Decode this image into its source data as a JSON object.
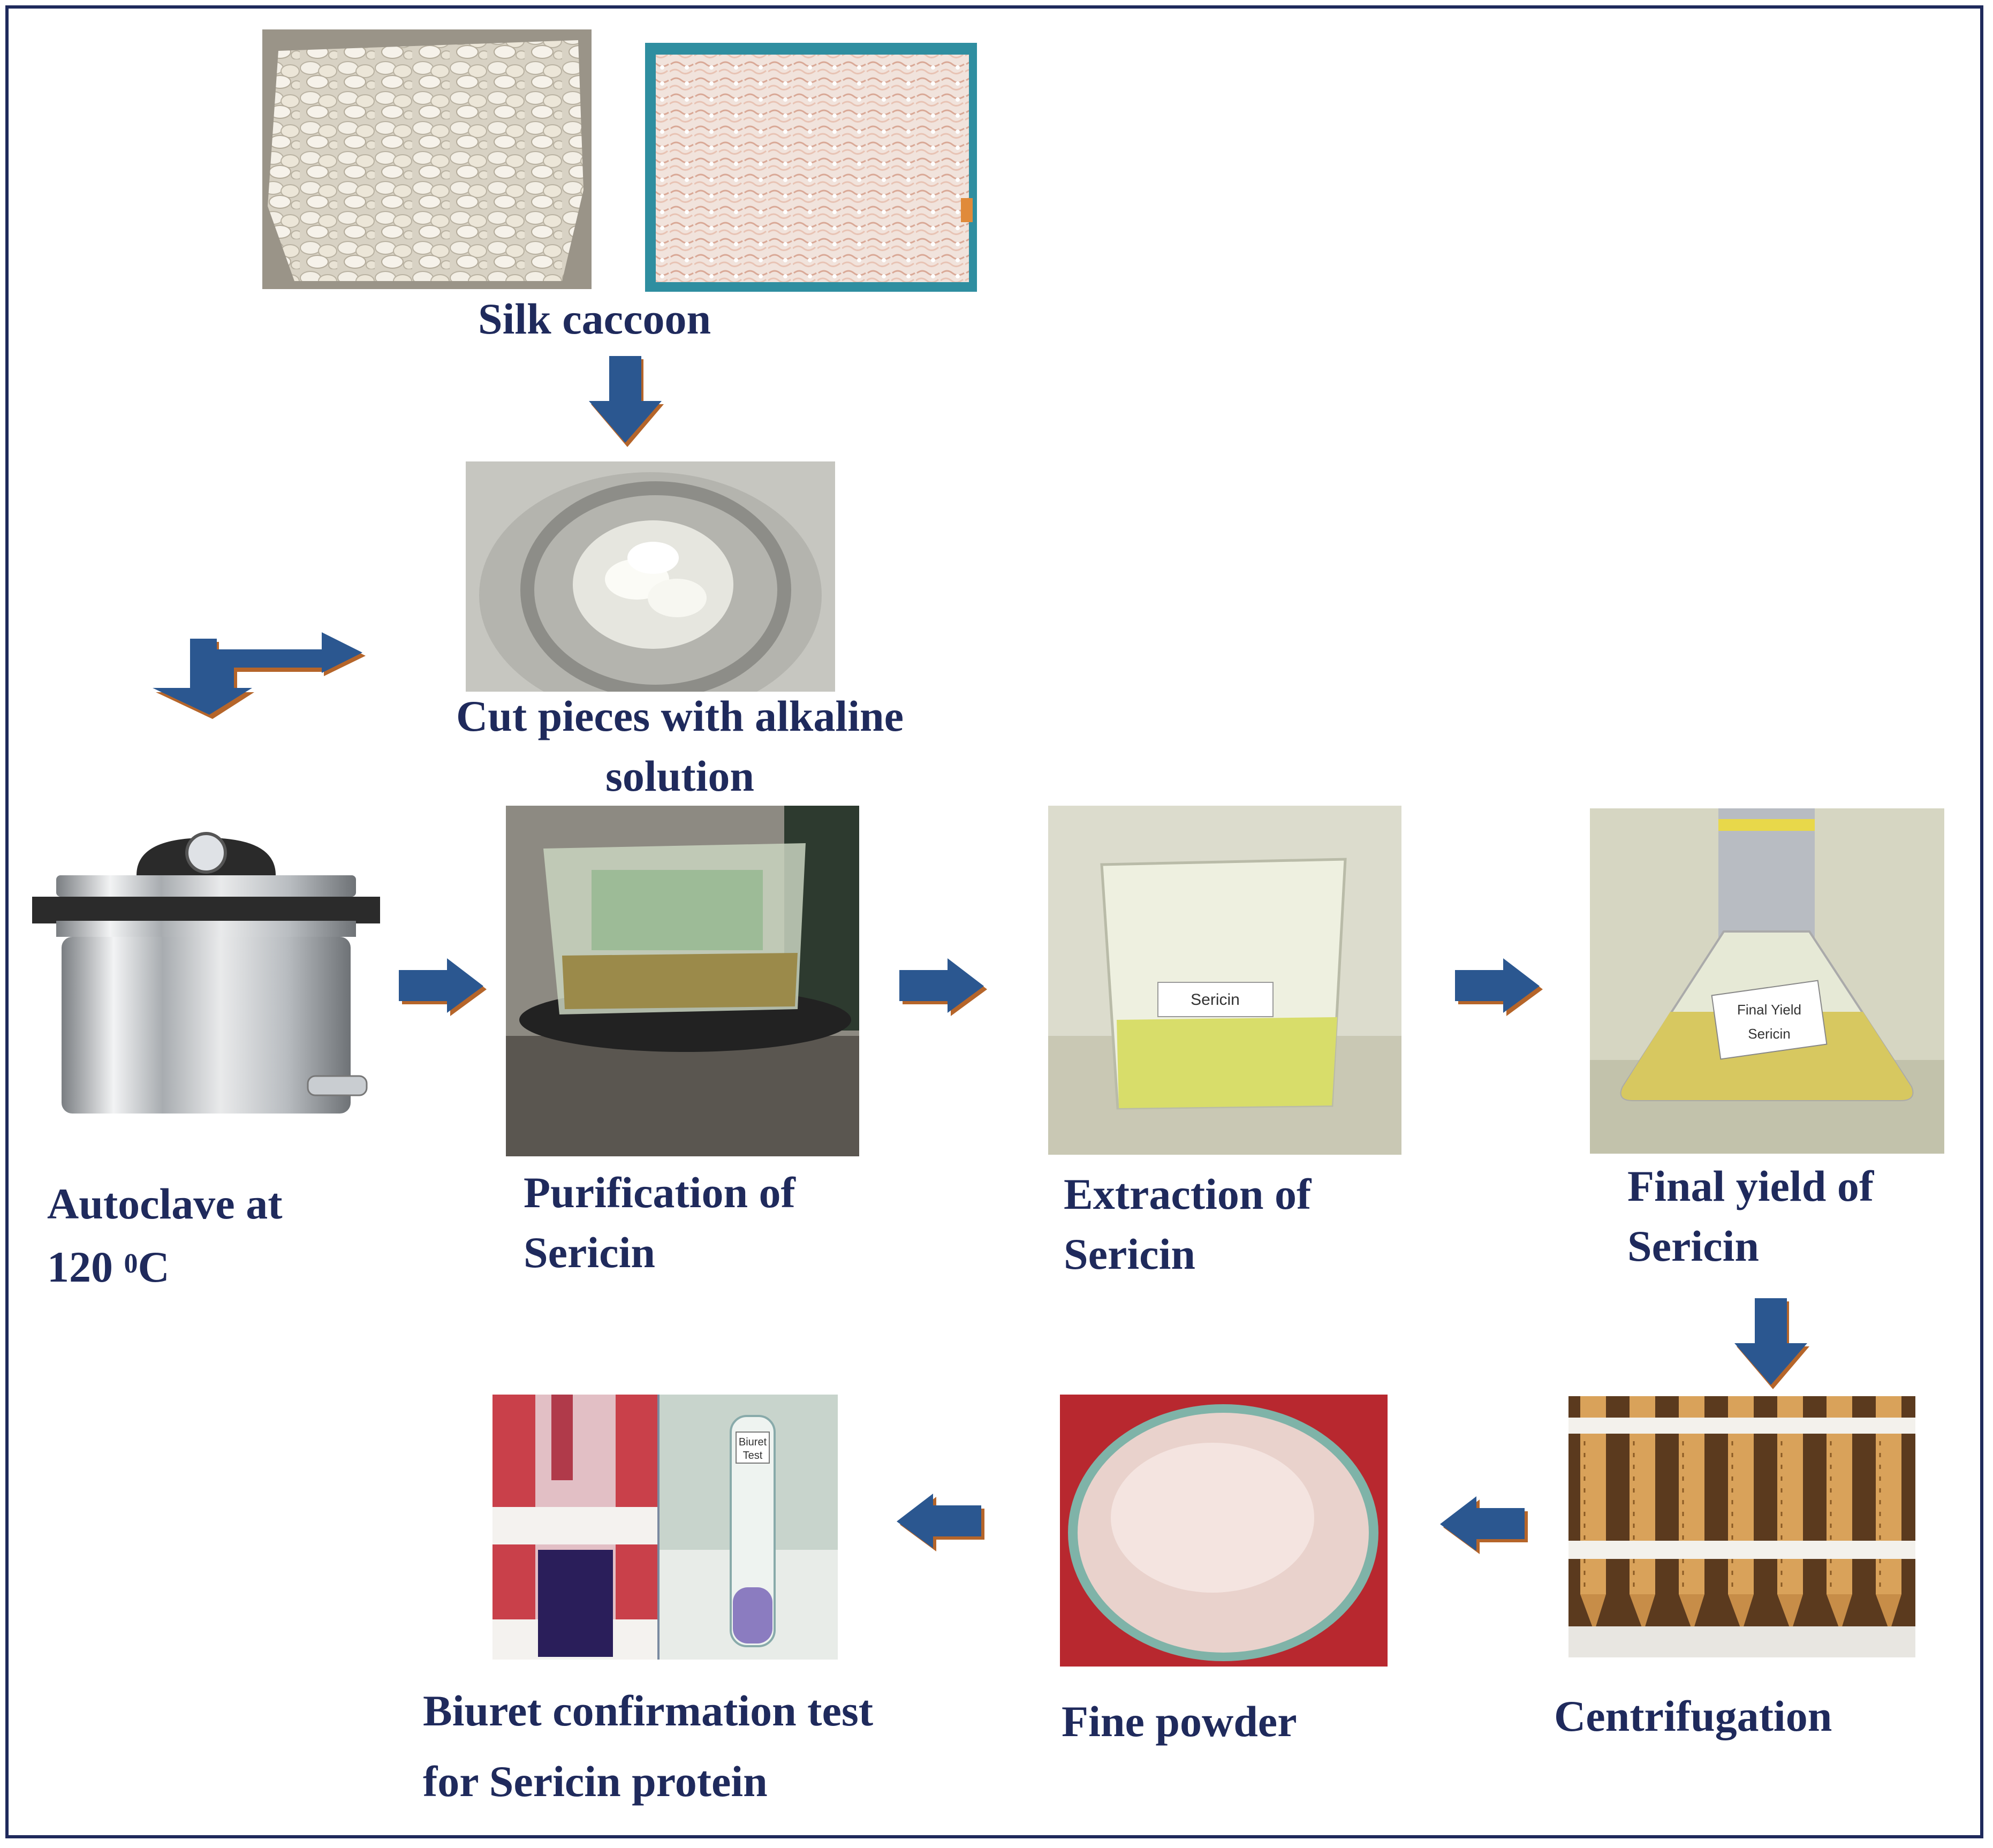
{
  "diagram": {
    "steps": {
      "silk_cocoon": "Silk caccoon",
      "cut_pieces_line1": "Cut pieces with alkaline",
      "cut_pieces_line2": "solution",
      "autoclave_line1": "Autoclave  at",
      "autoclave_line2_prefix": "120 ",
      "autoclave_line2_sup": "0",
      "autoclave_line2_suffix": "C",
      "purification_line1": "Purification of",
      "purification_line2": "Sericin",
      "extraction_line1": "Extraction of",
      "extraction_line2": "Sericin",
      "final_yield_line1": "Final yield of",
      "final_yield_line2": "Sericin",
      "centrifugation": "Centrifugation",
      "fine_powder": "Fine powder",
      "biuret_line1": "Biuret confirmation test",
      "biuret_line2": "for Sericin protein"
    },
    "beaker_label": "Sericin",
    "flask_label_line1": "Final Yield",
    "flask_label_line2": "Sericin",
    "tube_label_line1": "Biuret",
    "tube_label_line2": "Test",
    "colors": {
      "text": "#1f2a5c",
      "border": "#1f2a5c",
      "arrow_fill": "#2b5790",
      "arrow_shadow": "#b5652a"
    }
  }
}
